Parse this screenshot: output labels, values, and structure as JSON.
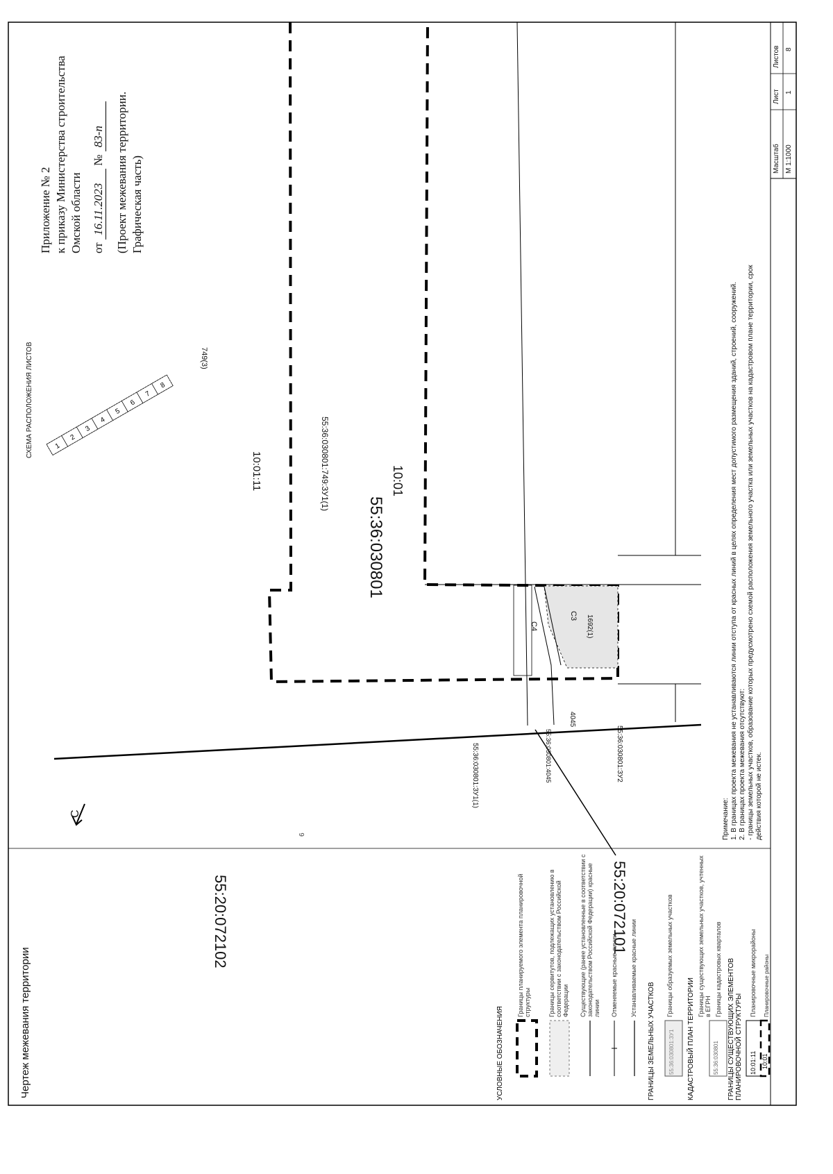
{
  "drawing": {
    "title": "Чертеж межевания территории",
    "north_symbol": "С",
    "sheet_scheme_title": "СХЕМА РАСПОЛОЖЕНИЯ ЛИСТОВ",
    "sheet_scheme_numbers": [
      "1",
      "2",
      "3",
      "4",
      "5",
      "6",
      "7",
      "8"
    ],
    "stray_mark": "6"
  },
  "header": {
    "line1": "Приложение № 2",
    "line2": "к приказу Министерства строительства",
    "line3": "Омской области",
    "date_prefix": "от",
    "date_value": "16.11.2023",
    "number_prefix": "№",
    "number_value": "83-п",
    "subtitle1": "(Проект межевания территории.",
    "subtitle2": "Графическая часть)"
  },
  "map_labels": {
    "quarter_main": "55:36:030801",
    "quarter_west": "55:20:072102",
    "quarter_south": "55:20:072101",
    "district": "10:01",
    "microdistrict": "10:01:11",
    "parcel_749": "55:36:030801:749:ЗУ1(1)",
    "parcel_749_short": "749(3)",
    "parcel_zu1": "55:36:030801:ЗУ1(1)",
    "parcel_zu2": "55:36:030801:ЗУ2",
    "parcel_4045": "4045",
    "parcel_4045_full": "55:36:030801:4045",
    "zone_c3": "С3",
    "zone_c4": "С4",
    "zone_area": "1692(1)"
  },
  "legend": {
    "title": "УСЛОВНЫЕ ОБОЗНАЧЕНИЯ",
    "item1": "Границы планируемого элемента планировочной структуры",
    "item2": "Границы сервитутов, подлежащих установлению в соответствии с законодательством Российской Федерации",
    "item3": "Существующие (ранее установленные в соответствии с законодательством Российской Федерации) красные линии",
    "item4": "Отменяемые красные линии",
    "item5": "Устанавливаемые красные линии",
    "section_land": "ГРАНИЦЫ ЗЕМЕЛЬНЫХ УЧАСТКОВ",
    "item6": "Границы образуемых земельных участков",
    "item6_sample": "55:36:030801:ЗУ1",
    "section_cadastral": "КАДАСТРОВЫЙ ПЛАН ТЕРРИТОРИИ",
    "item7": "Границы существующих земельных участков, учтенных в ЕГРН",
    "item8": "Границы кадастровых кварталов",
    "item8_sample": "55:36:030801",
    "section_structure": "ГРАНИЦЫ СУЩЕСТВУЮЩИХ ЭЛЕМЕНТОВ ПЛАНИРОВОЧНОЙ СТРУКТУРЫ",
    "item9": "Планировочные микрорайоны",
    "item9_sample": "10:01:11",
    "item10": "Планировочные районы",
    "item10_sample": "10:01"
  },
  "notes": {
    "title": "Примечание:",
    "line1": "1.   В границах проекта межевания не устанавливаются линии отступа от красных линий в целях определения мест допустимого размещения зданий, строений, сооружений.",
    "line2": "2.   В границах проекта межевания отсутствуют:",
    "line3": "- границы земельных участков, образование которых предусмотрено схемой расположения земельного участка или земельных участков на кадастровом плане территории, срок",
    "line4": "действия которой не истек."
  },
  "stamp": {
    "scale_label": "Масштаб",
    "scale_value": "М 1:1000",
    "sheet_label": "Лист",
    "sheet_value": "1",
    "sheets_label": "Листов",
    "sheets_value": "8"
  }
}
